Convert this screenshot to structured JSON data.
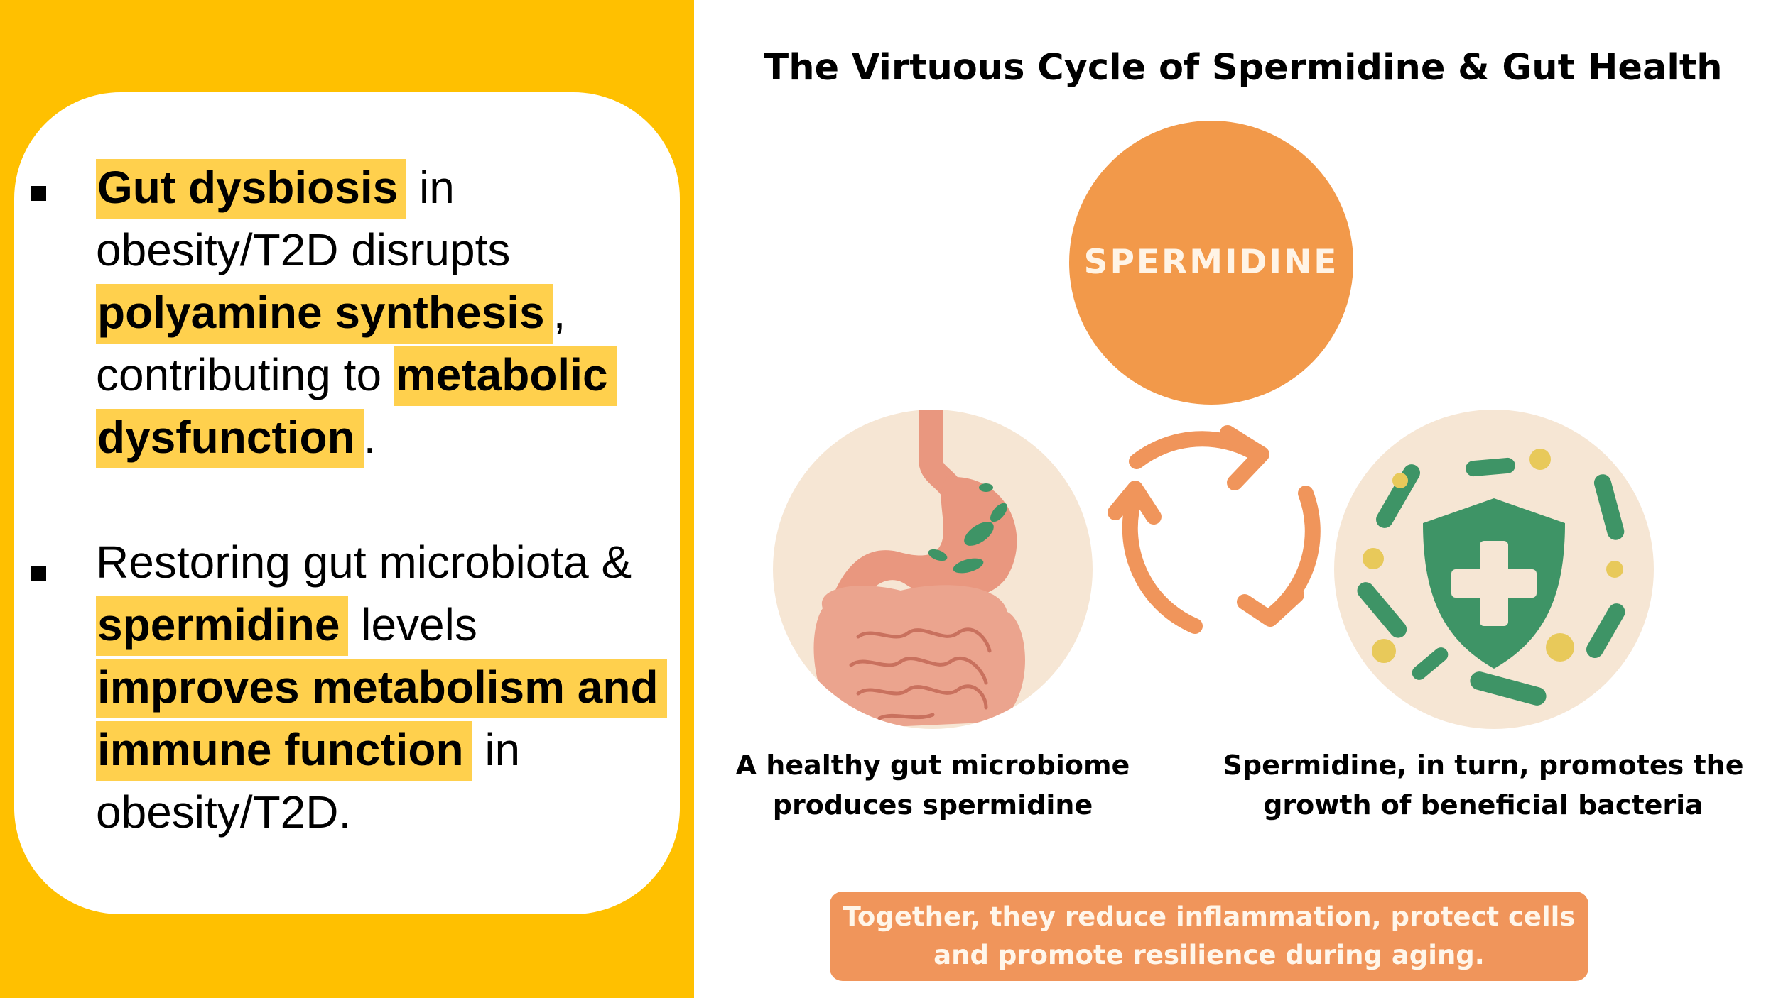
{
  "left_panel": {
    "bullets": [
      {
        "parts": [
          {
            "text": "Gut dysbiosis",
            "highlight": true
          },
          {
            "text": " in obesity/T2D disrupts ",
            "highlight": false
          },
          {
            "text": "polyamine synthesis",
            "highlight": true
          },
          {
            "text": ", contributing to ",
            "highlight": false
          },
          {
            "text": "metabolic dysfunction",
            "highlight": true
          },
          {
            "text": ".",
            "highlight": false
          }
        ]
      },
      {
        "parts": [
          {
            "text": "Restoring gut microbiota & ",
            "highlight": false
          },
          {
            "text": "spermidine",
            "highlight": true
          },
          {
            "text": " levels ",
            "highlight": false
          },
          {
            "text": "improves metabolism and immune function",
            "highlight": true
          },
          {
            "text": " in obesity/T2D.",
            "highlight": false
          }
        ]
      }
    ]
  },
  "diagram": {
    "title": "The Virtuous Cycle of Spermidine & Gut Health",
    "top_node": {
      "label": "SPERMIDINE"
    },
    "left_node": {
      "icon": "gut-icon",
      "caption_line1": "A healthy gut microbiome",
      "caption_line2": "produces spermidine"
    },
    "right_node": {
      "icon": "shield-bacteria-icon",
      "caption_line1": "Spermidine, in turn, promotes the",
      "caption_line2": "growth of beneficial bacteria"
    },
    "summary_line1": "Together, they reduce inflammation, protect cells",
    "summary_line2": "and promote resilience during aging."
  },
  "colors": {
    "panel_yellow": "#FFC000",
    "highlight_yellow": "#FFD04D",
    "orange": "#F2994A",
    "arrow_orange": "#F0955B",
    "green": "#3E9466",
    "cream": "#F6E6D4"
  }
}
